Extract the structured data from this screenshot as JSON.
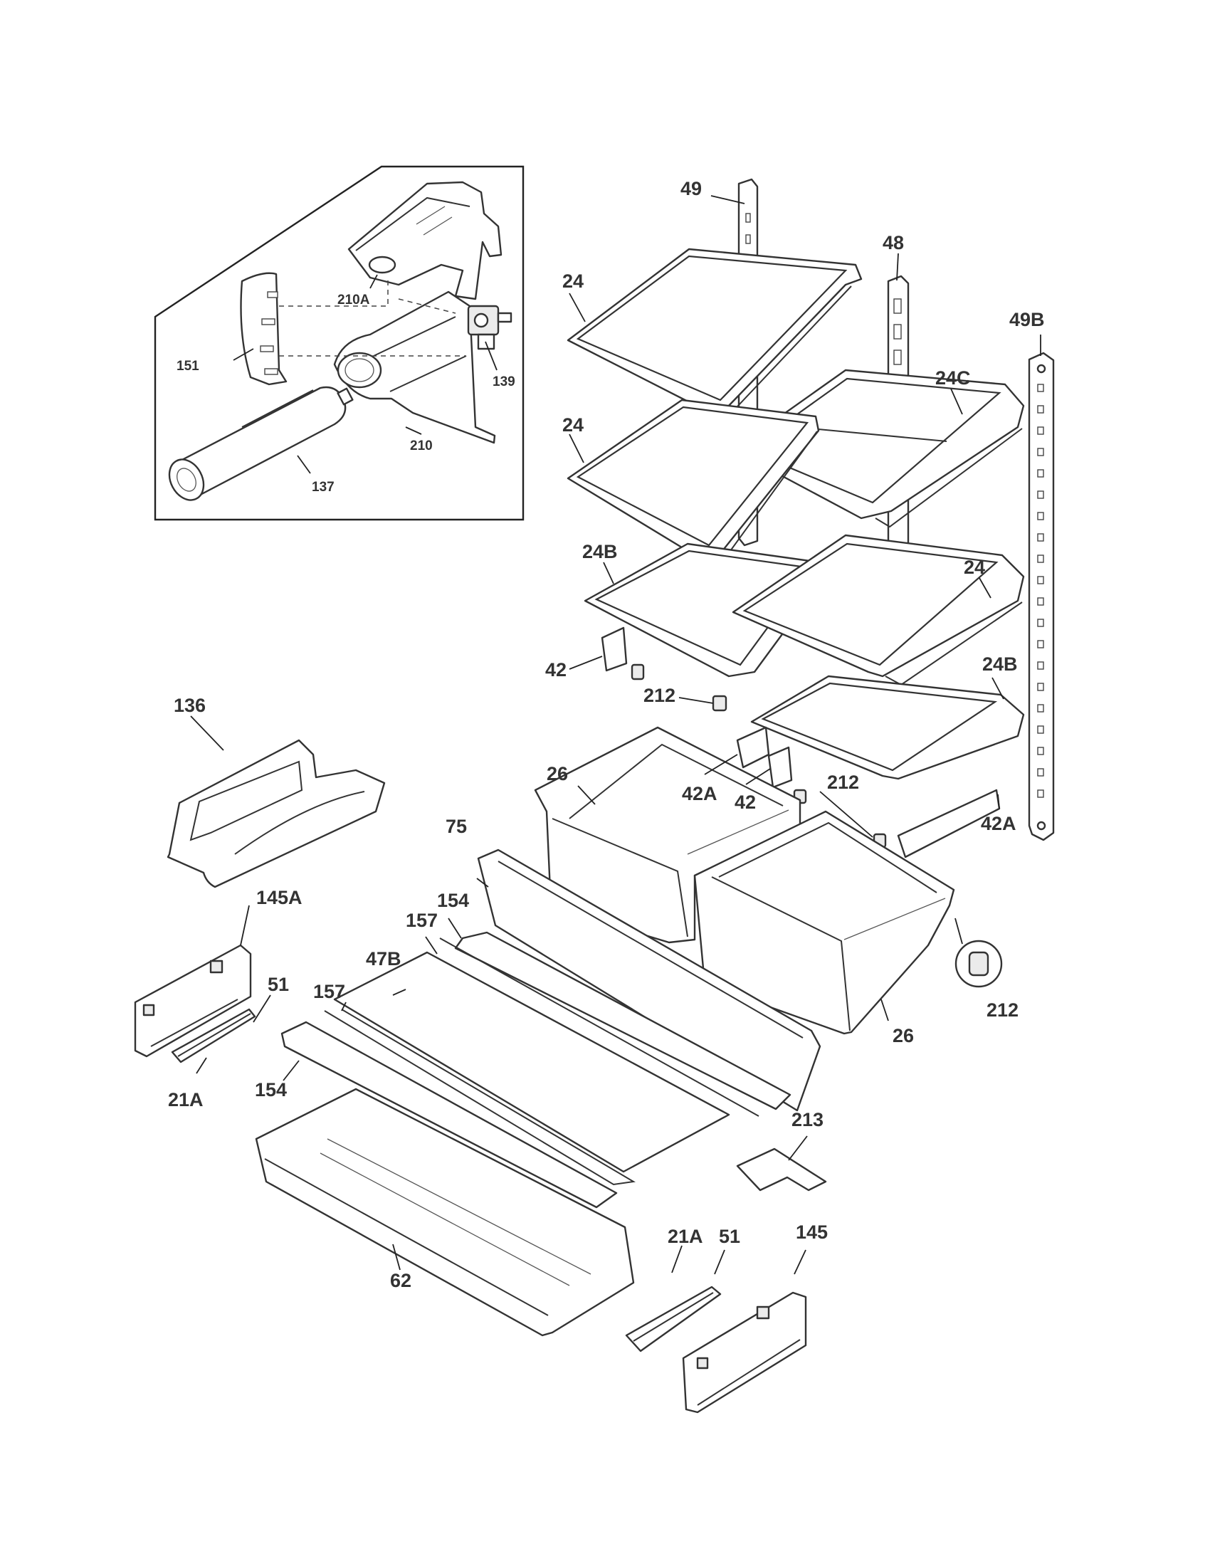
{
  "diagram": {
    "callouts": {
      "c49": "49",
      "c48": "48",
      "c49B": "49B",
      "c24a": "24",
      "c24b": "24",
      "c24c": "24",
      "c24C": "24C",
      "c24Ba": "24B",
      "c24Bb": "24B",
      "c42a": "42",
      "c42b": "42",
      "c42Aa": "42A",
      "c42Ab": "42A",
      "c212a": "212",
      "c212b": "212",
      "c212c": "212",
      "c26a": "26",
      "c26b": "26",
      "c136": "136",
      "c75": "75",
      "c154a": "154",
      "c154b": "154",
      "c157a": "157",
      "c157b": "157",
      "c47B": "47B",
      "c145A": "145A",
      "c145": "145",
      "c51a": "51",
      "c51b": "51",
      "c21Aa": "21A",
      "c21Ab": "21A",
      "c213": "213",
      "c62": "62",
      "c210A": "210A",
      "c151": "151",
      "c139": "139",
      "c210": "210",
      "c137": "137"
    }
  }
}
